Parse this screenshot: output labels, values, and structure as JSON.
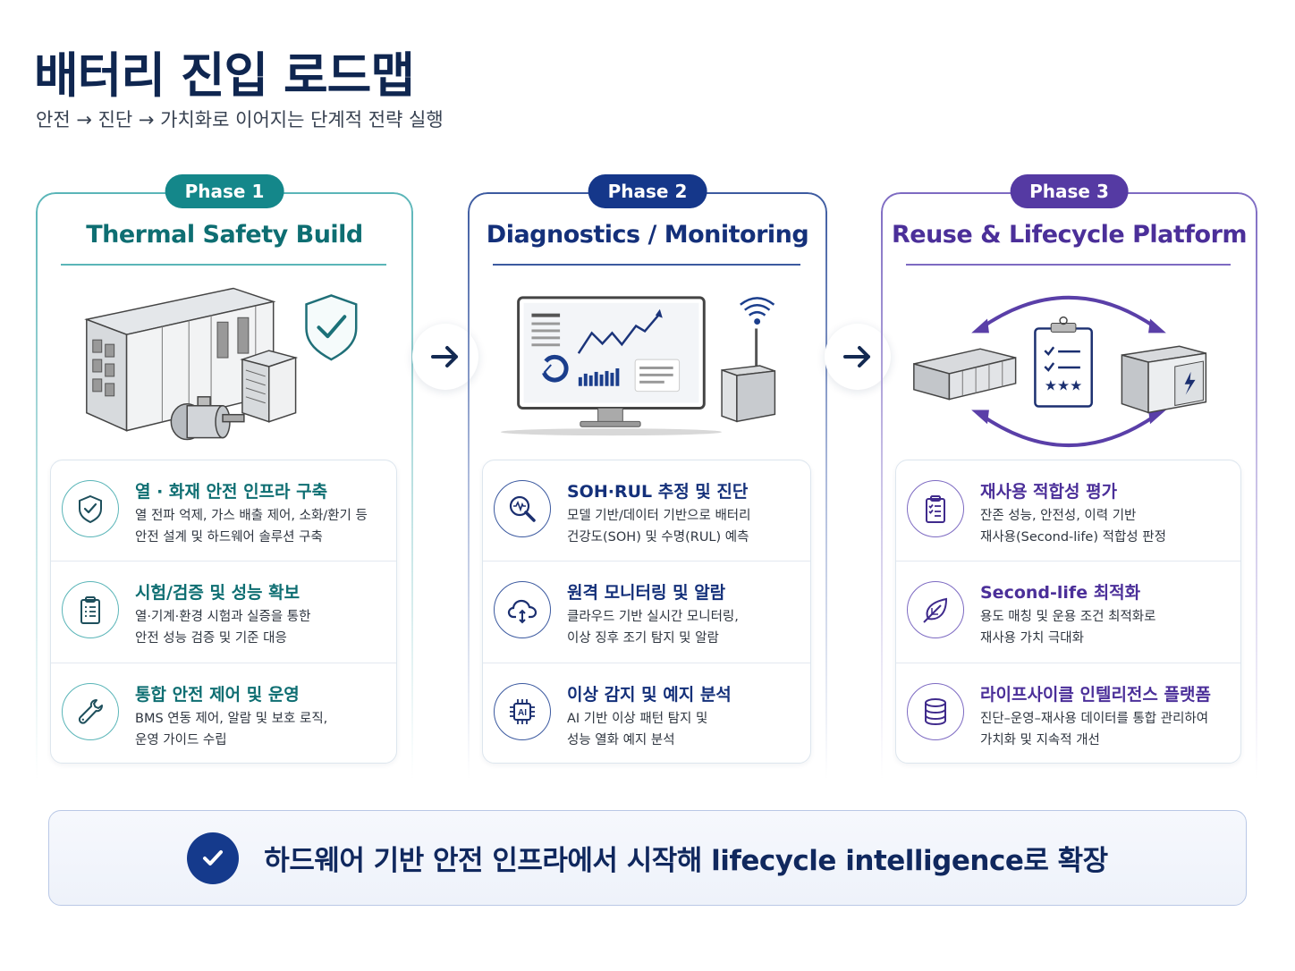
{
  "header": {
    "title": "배터리 진입 로드맵",
    "subtitle": "안전 → 진단 → 가치화로 이어지는 단계적 전략 실행"
  },
  "colors": {
    "title": "#0f2650",
    "phase1": "#14878a",
    "phase2": "#15378a",
    "phase3": "#553aa3",
    "banner_check": "#153a8c"
  },
  "phases": [
    {
      "badge": "Phase 1",
      "title": "Thermal Safety Build",
      "illustration": "battery-container-with-cooling-unit-and-shield",
      "items": [
        {
          "icon": "shield-check-icon",
          "title": "열 · 화재 안전 인프라 구축",
          "desc1": "열 전파 억제, 가스 배출 제어, 소화/환기 등",
          "desc2": "안전 설계 및 하드웨어 솔루션 구축"
        },
        {
          "icon": "clipboard-checklist-icon",
          "title": "시험/검증 및 성능 확보",
          "desc1": "열·기계·환경 시험과 실증을 통한",
          "desc2": "안전 성능 검증 및 기준 대응"
        },
        {
          "icon": "wrench-icon",
          "title": "통합 안전 제어 및 운영",
          "desc1": "BMS 연동 제어, 알람 및 보호 로직,",
          "desc2": "운영 가이드 수립"
        }
      ]
    },
    {
      "badge": "Phase 2",
      "title": "Diagnostics / Monitoring",
      "illustration": "monitor-dashboard-with-iot-gateway",
      "items": [
        {
          "icon": "magnifier-pulse-icon",
          "title": "SOH·RUL 추정 및 진단",
          "desc1": "모델 기반/데이터 기반으로 배터리",
          "desc2": "건강도(SOH) 및 수명(RUL) 예측"
        },
        {
          "icon": "cloud-sync-icon",
          "title": "원격 모니터링 및 알람",
          "desc1": "클라우드 기반 실시간 모니터링,",
          "desc2": "이상 징후 조기 탐지 및 알람"
        },
        {
          "icon": "ai-chip-icon",
          "title": "이상 감지 및 예지 분석",
          "desc1": "AI 기반 이상 패턴 탐지 및",
          "desc2": "성능 열화 예지 분석",
          "chip_label": "AI"
        }
      ]
    },
    {
      "badge": "Phase 3",
      "title": "Reuse & Lifecycle Platform",
      "illustration": "battery-pack-reuse-cycle-with-checklist",
      "items": [
        {
          "icon": "clipboard-checklist-icon",
          "title": "재사용 적합성 평가",
          "desc1": "잔존 성능, 안전성, 이력 기반",
          "desc2": "재사용(Second-life) 적합성 판정"
        },
        {
          "icon": "leaf-icon",
          "title": "Second-life 최적화",
          "desc1": "용도 매칭 및 운용 조건 최적화로",
          "desc2": "재사용 가치 극대화"
        },
        {
          "icon": "database-icon",
          "title": "라이프사이클 인텔리전스 플랫폼",
          "desc1": "진단–운영–재사용 데이터를 통합 관리하여",
          "desc2": "가치화 및 지속적 개선"
        }
      ]
    }
  ],
  "connectors": [
    {
      "icon": "arrow-right-icon"
    },
    {
      "icon": "arrow-right-icon"
    }
  ],
  "banner": {
    "icon": "check-circle-icon",
    "text": "하드웨어 기반 안전 인프라에서 시작해 lifecycle intelligence로 확장"
  }
}
